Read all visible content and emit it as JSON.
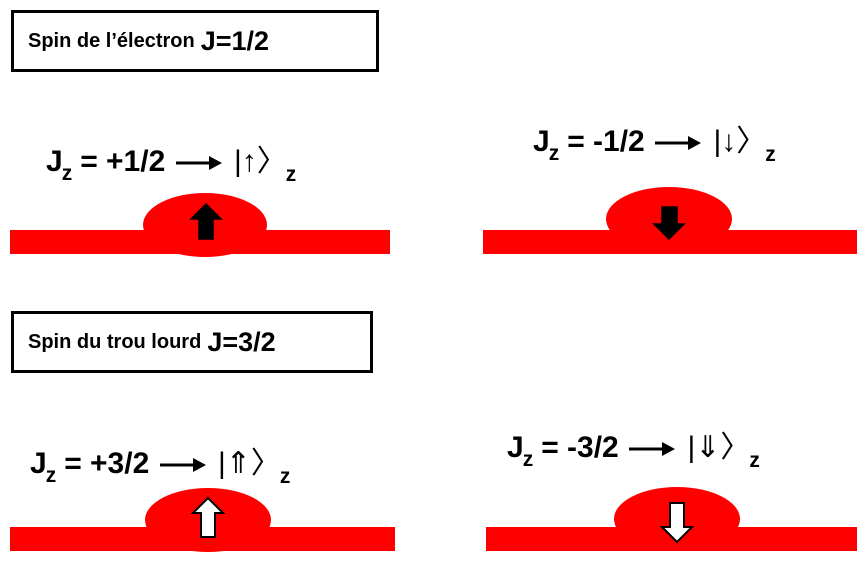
{
  "electron": {
    "title_prefix": "Spin de l’électron",
    "title_value": "J=1/2",
    "states": [
      {
        "label": "J",
        "sub": "z",
        "value": "= +1/2",
        "ket_symbol": "↑",
        "ket_sub": "z",
        "spin": "up",
        "arrow_style": "filled"
      },
      {
        "label": "J",
        "sub": "z",
        "value": "= -1/2",
        "ket_symbol": "↓",
        "ket_sub": "z",
        "spin": "down",
        "arrow_style": "filled"
      }
    ]
  },
  "heavy_hole": {
    "title_prefix": "Spin du trou lourd",
    "title_value": "J=3/2",
    "states": [
      {
        "label": "J",
        "sub": "z",
        "value": "= +3/2",
        "ket_symbol": "⇑",
        "ket_sub": "z",
        "spin": "up",
        "arrow_style": "hollow"
      },
      {
        "label": "J",
        "sub": "z",
        "value": "= -3/2",
        "ket_symbol": "⇓",
        "ket_sub": "z",
        "spin": "down",
        "arrow_style": "hollow"
      }
    ]
  },
  "colors": {
    "band": "#ff0000",
    "arrow_fill": "#000000",
    "hollow_fill": "#ffffff"
  }
}
